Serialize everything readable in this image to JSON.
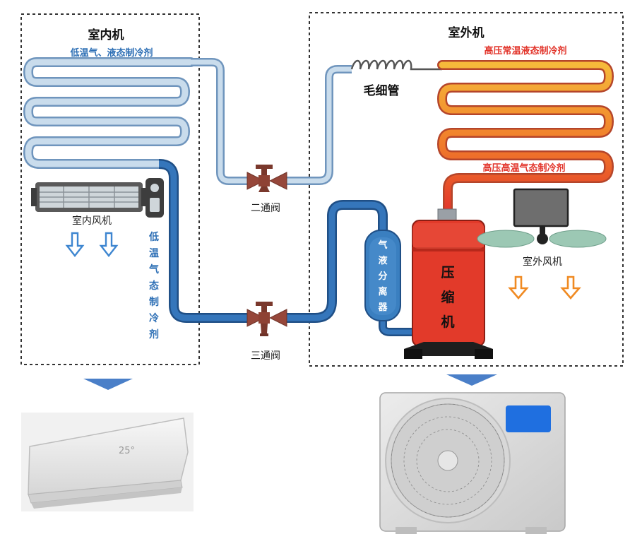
{
  "indoor": {
    "title": "室内机",
    "coil_label": "低温气、液态制冷剂",
    "fan_label": "室内风机",
    "pipe_label_chars": [
      "低",
      "温",
      "气",
      "态",
      "制",
      "冷",
      "剂"
    ]
  },
  "outdoor": {
    "title": "室外机",
    "coil_top_label": "高压常温液态制冷剂",
    "coil_bottom_label": "高压高温气态制冷剂",
    "capillary_label": "毛细管",
    "fan_label": "室外风机",
    "compressor_chars": [
      "压",
      "缩",
      "机"
    ],
    "separator_chars": [
      "气",
      "液",
      "分",
      "离",
      "器"
    ]
  },
  "valves": {
    "two_way": "二通阀",
    "three_way": "三通阀"
  },
  "colors": {
    "indoor_coil_light": "#a9c4dd",
    "indoor_pipe_blue": "#2f68a8",
    "indoor_text_blue": "#2d6fb5",
    "coil_orange": "#f4a32e",
    "coil_red": "#e2342a",
    "compressor_red": "#e23a2a",
    "valve_brown": "#8e4234",
    "arrow_blue": "#3e86d0",
    "arrow_orange": "#f08a22",
    "indoor_arrow": "#4a7fc8"
  }
}
